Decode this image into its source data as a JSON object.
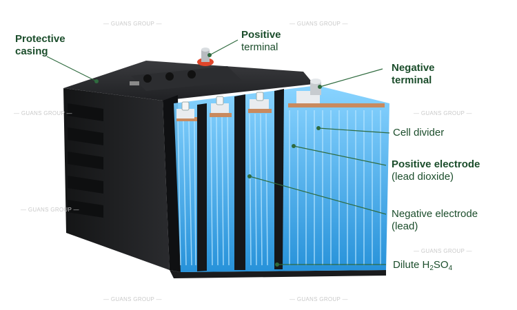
{
  "labels": {
    "protective_casing": {
      "line1": "Protective",
      "line2": "casing"
    },
    "positive_terminal": {
      "line1": "Positive",
      "line2": "terminal"
    },
    "negative_terminal": {
      "line1": "Negative",
      "line2": "terminal"
    },
    "cell_divider": {
      "line1": "Cell divider"
    },
    "positive_electrode": {
      "line1": "Positive electrode",
      "line2": "(lead dioxide)"
    },
    "negative_electrode": {
      "line1": "Negative electrode",
      "line2": "(lead)"
    },
    "electrolyte": {
      "prefix": "Dilute H",
      "sub1": "2",
      "mid": "SO",
      "sub2": "4"
    }
  },
  "watermark": {
    "text": "— GUANS GROUP —"
  },
  "colors": {
    "label_text": "#1b4d2b",
    "leader_line": "#2f6b3f",
    "casing": "#1c1d1f",
    "electrolyte": "#2aa3e8",
    "positive_plate": "#c98a5e",
    "terminal_cap": "#e0462b"
  }
}
